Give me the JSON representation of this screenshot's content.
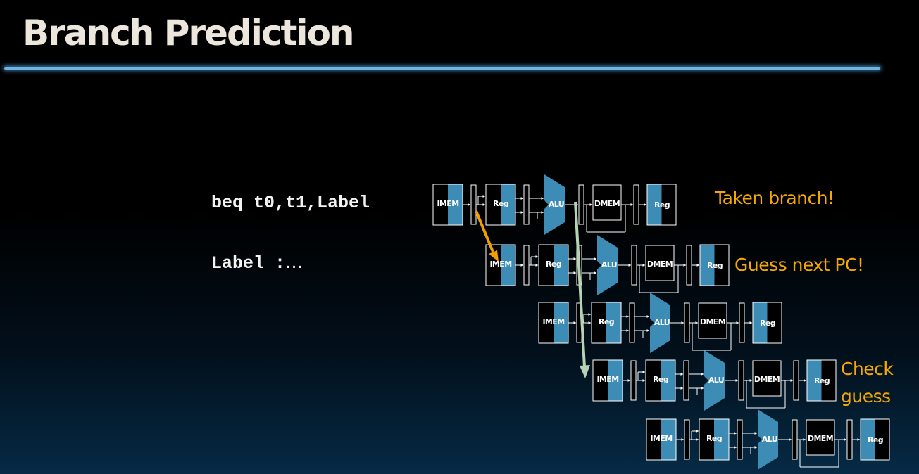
{
  "slide": {
    "title": "Branch Prediction"
  },
  "code": {
    "line1": "beq t0,t1,Label",
    "line2": "Label :",
    "line2_suffix": "…"
  },
  "annotations": {
    "taken": "Taken branch!",
    "guess": "Guess next PC!",
    "check_line1": "Check",
    "check_line2": "guess"
  },
  "stage_labels": {
    "imem": "IMEM",
    "reg": "Reg",
    "alu": "ALU",
    "dmem": "DMEM"
  },
  "colors": {
    "background": "#000000",
    "title": "#ece6dc",
    "rule": "#6fb3df",
    "annotation": "#f5a800",
    "stage_fill": "#3d8cb5",
    "orange_arrow": "#f0a000",
    "green_arrow": "#b5d3b5"
  }
}
